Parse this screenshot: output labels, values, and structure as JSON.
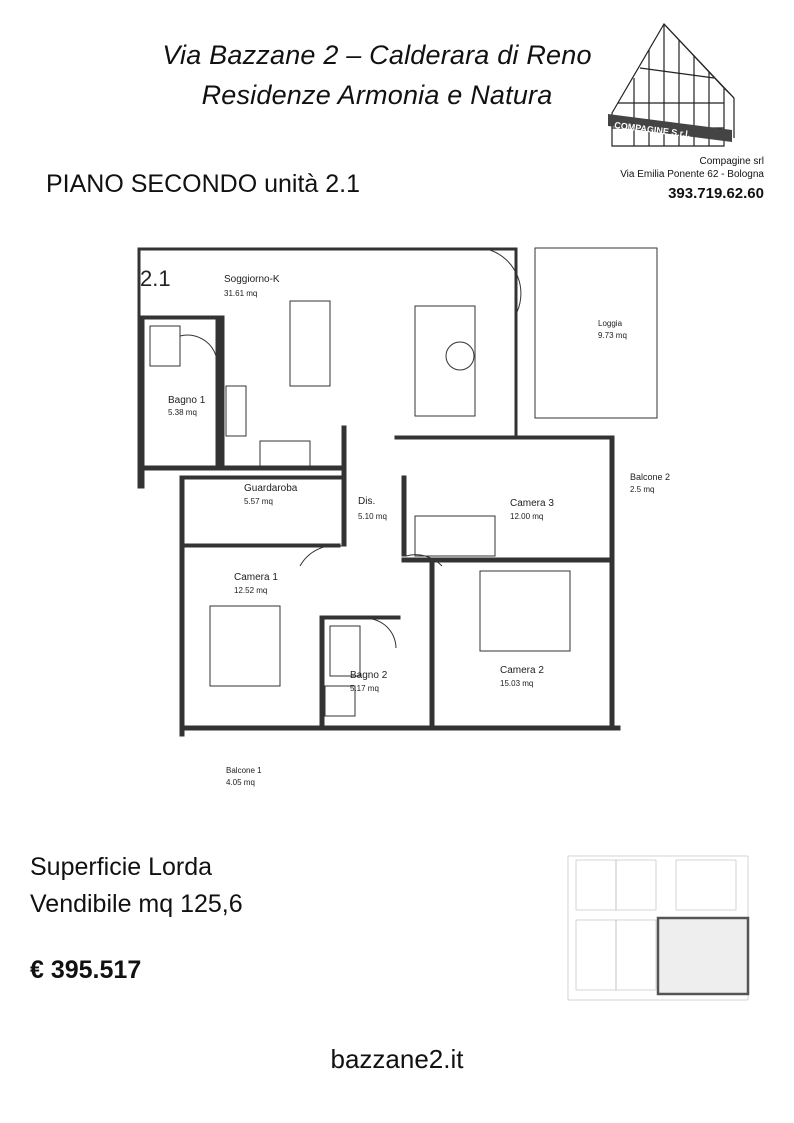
{
  "header": {
    "title_line1": "Via Bazzane 2 – Calderara di Reno",
    "title_line2": "Residenze Armonia e Natura"
  },
  "floor_label": "PIANO SECONDO unità 2.1",
  "company": {
    "logo_text": "COMPAGINE S.r.l.",
    "name": "Compagine srl",
    "address": "Via Emilia Ponente 62 - Bologna",
    "phone": "393.719.62.60"
  },
  "plan": {
    "unit_id": "2.1",
    "rooms": [
      {
        "name": "Soggiorno-K",
        "area": "31.61 mq"
      },
      {
        "name": "Loggia",
        "area": "9.73 mq"
      },
      {
        "name": "Bagno 1",
        "area": "5.38 mq"
      },
      {
        "name": "Guardaroba",
        "area": "5.57 mq"
      },
      {
        "name": "Dis.",
        "area": "5.10 mq"
      },
      {
        "name": "Camera 3",
        "area": "12.00 mq"
      },
      {
        "name": "Balcone 2",
        "area": "2.5 mq"
      },
      {
        "name": "Camera 1",
        "area": "12.52 mq"
      },
      {
        "name": "Camera 2",
        "area": "15.03 mq"
      },
      {
        "name": "Bagno 2",
        "area": "5.17 mq"
      },
      {
        "name": "Balcone 1",
        "area": "4.05 mq"
      }
    ]
  },
  "surface": {
    "line1": "Superficie Lorda",
    "line2": "Vendibile mq 125,6"
  },
  "price": "€ 395.517",
  "website": "bazzane2.it"
}
